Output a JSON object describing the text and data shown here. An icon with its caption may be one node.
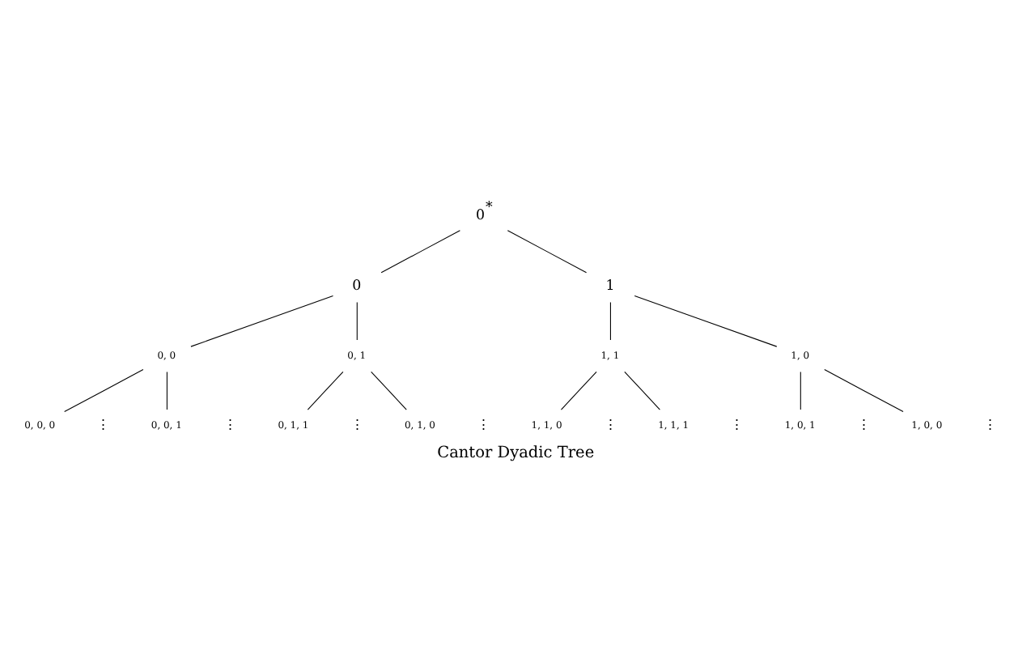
{
  "diagram": {
    "caption": "Cantor Dyadic Tree",
    "nodes": [
      {
        "text": [
          "0$^{*}$"
        ]
      },
      {
        "text": [
          "0"
        ]
      },
      {
        "text": [
          "1"
        ]
      },
      {
        "text": [
          "0, 0"
        ]
      },
      {
        "text": [
          "0, 1"
        ]
      },
      {
        "text": [
          "1, 1"
        ]
      },
      {
        "text": [
          "1, 0"
        ]
      },
      {
        "text": [
          "0, 0, 0"
        ]
      },
      {
        "text": [
          "0, 0, 1"
        ]
      },
      {
        "text": [
          "0, 1, 1"
        ]
      },
      {
        "text": [
          "0, 1, 0"
        ]
      },
      {
        "text": [
          "1, 1, 0"
        ]
      },
      {
        "text": [
          "1, 1, 1"
        ]
      },
      {
        "text": [
          "1, 0, 1"
        ]
      },
      {
        "text": [
          "1, 0, 0"
        ]
      }
    ],
    "edges": [
      {
        "from": 0,
        "to": 1,
        "arrow": "none"
      },
      {
        "from": 0,
        "to": 2,
        "arrow": "none"
      },
      {
        "from": 1,
        "to": 3,
        "arrow": "none"
      },
      {
        "from": 1,
        "to": 4,
        "arrow": "none"
      },
      {
        "from": 2,
        "to": 5,
        "arrow": "none"
      },
      {
        "from": 2,
        "to": 6,
        "arrow": "none"
      },
      {
        "from": 3,
        "to": 7,
        "arrow": "none"
      },
      {
        "from": 3,
        "to": 8,
        "arrow": "none"
      },
      {
        "from": 4,
        "to": 9,
        "arrow": "none"
      },
      {
        "from": 4,
        "to": 10,
        "arrow": "none"
      },
      {
        "from": 5,
        "to": 11,
        "arrow": "none"
      },
      {
        "from": 5,
        "to": 12,
        "arrow": "none"
      },
      {
        "from": 6,
        "to": 13,
        "arrow": "none"
      },
      {
        "from": 6,
        "to": 14,
        "arrow": "none"
      }
    ],
    "labels": [
      "⋮",
      "⋮",
      "⋮",
      "⋮",
      "⋮",
      "⋮",
      "⋮",
      "⋮"
    ]
  }
}
